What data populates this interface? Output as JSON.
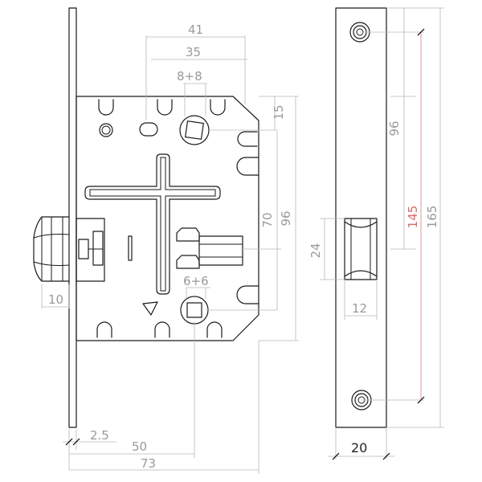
{
  "drawing": {
    "dimensions": {
      "d41": "41",
      "d35": "35",
      "d8x8": "8+8",
      "d15": "15",
      "d70": "70",
      "d96_body": "96",
      "d6x6": "6+6",
      "d10": "10",
      "d2_5": "2.5",
      "d50": "50",
      "d73": "73",
      "d96_plate": "96",
      "d145": "145",
      "d165": "165",
      "d24": "24",
      "d12": "12",
      "d20": "20"
    },
    "colors": {
      "outline": "#1a1a1a",
      "dimension": "#b8b8b8",
      "highlight": "#d96c6c"
    }
  }
}
